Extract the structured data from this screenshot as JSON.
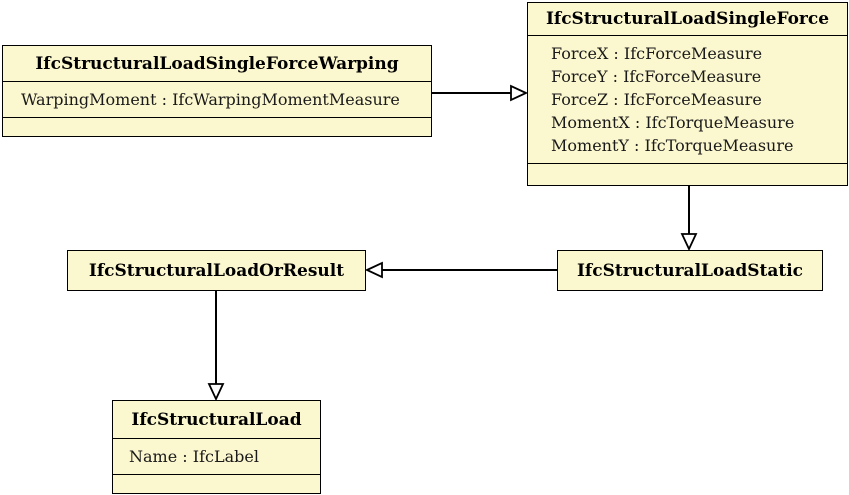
{
  "colors": {
    "box_fill": "#FBF7CE",
    "border": "#000000",
    "background": "#FFFFFF"
  },
  "classes": {
    "warping": {
      "name": "IfcStructuralLoadSingleForceWarping",
      "attributes": [
        "WarpingMoment : IfcWarpingMomentMeasure"
      ]
    },
    "single_force": {
      "name": "IfcStructuralLoadSingleForce",
      "attributes": [
        "ForceX : IfcForceMeasure",
        "ForceY : IfcForceMeasure",
        "ForceZ : IfcForceMeasure",
        "MomentX : IfcTorqueMeasure",
        "MomentY : IfcTorqueMeasure"
      ]
    },
    "load_or_result": {
      "name": "IfcStructuralLoadOrResult",
      "attributes": []
    },
    "load_static": {
      "name": "IfcStructuralLoadStatic",
      "attributes": []
    },
    "structural_load": {
      "name": "IfcStructuralLoad",
      "attributes": [
        "Name : IfcLabel"
      ]
    }
  },
  "relationships": [
    {
      "from": "IfcStructuralLoadSingleForceWarping",
      "to": "IfcStructuralLoadSingleForce",
      "type": "generalization"
    },
    {
      "from": "IfcStructuralLoadSingleForce",
      "to": "IfcStructuralLoadStatic",
      "type": "generalization"
    },
    {
      "from": "IfcStructuralLoadStatic",
      "to": "IfcStructuralLoadOrResult",
      "type": "generalization"
    },
    {
      "from": "IfcStructuralLoadOrResult",
      "to": "IfcStructuralLoad",
      "type": "generalization"
    }
  ]
}
